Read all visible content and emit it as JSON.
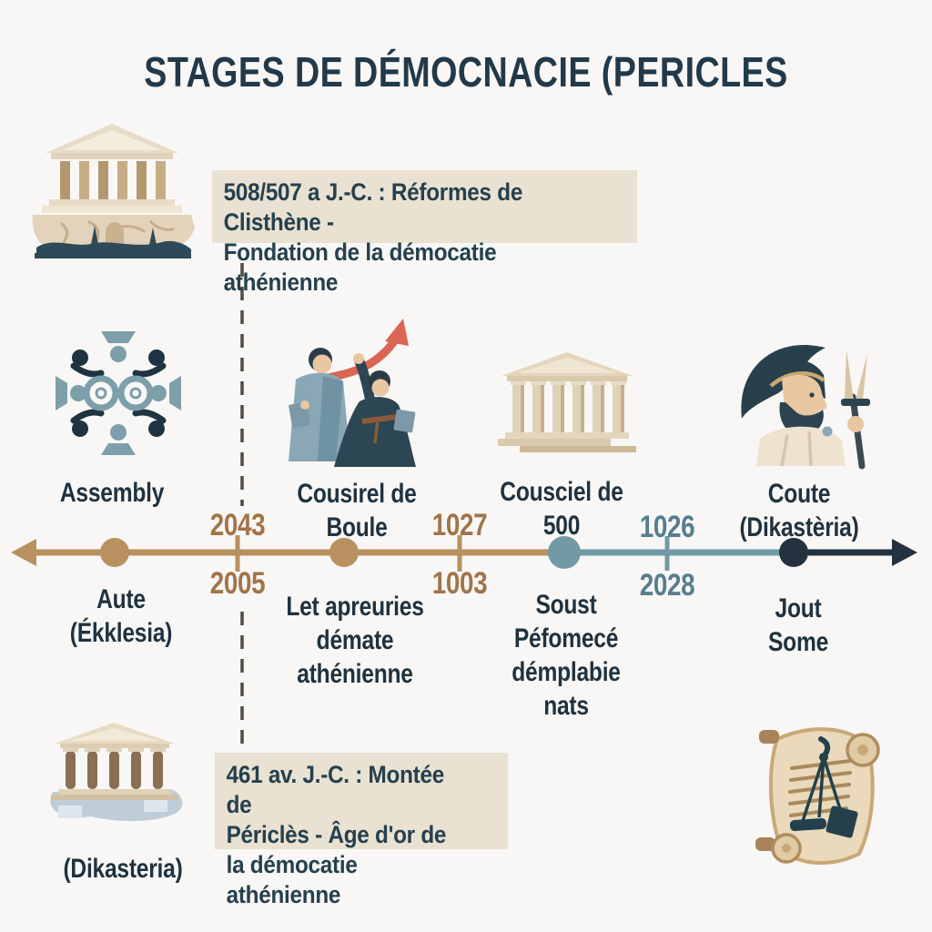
{
  "title": "STAGES DE DÉMOCNACIE (PERICLES",
  "top_box": {
    "lines": [
      "508/507 a J.-C. : Réformes de Clisthène -",
      "Fondation de la démocatie athénienne"
    ]
  },
  "bottom_box": {
    "lines": [
      "461 av. J.-C. : Montée de",
      "Périclès - Âge d'or de",
      "la démocatie athénienne"
    ]
  },
  "icon_labels": {
    "assembly": "Assembly",
    "council": {
      "lines": [
        "Cousirel de",
        "Boule"
      ]
    },
    "temple": {
      "lines": [
        "Cousciel de",
        "500"
      ]
    },
    "pericles": {
      "lines": [
        "Coute",
        "(Dikastèria)"
      ]
    }
  },
  "timeline": {
    "markers": [
      {
        "above": "2043",
        "below": "2005"
      },
      {
        "above": "1027",
        "below": "1003"
      },
      {
        "above": "1026",
        "below": "2028"
      }
    ],
    "captions": [
      {
        "lines": [
          "Aute",
          "(Ékklesia)"
        ]
      },
      {
        "lines": [
          "Let apreuries",
          "démate athénienne"
        ]
      },
      {
        "lines": [
          "Soust",
          "Péfomecé",
          "démplabie",
          "nats"
        ]
      },
      {
        "lines": [
          "Jout",
          "Some"
        ]
      }
    ]
  },
  "bottom_left_caption": "(Dikasteria)",
  "icons": {
    "acropolis-illustration": "temple on rocky hill",
    "assembly-circle-icon": "people seated in circle",
    "council-figures-illustration": "two robed figures with rising arrow",
    "temple-500-illustration": "six-column temple",
    "pericles-bust-illustration": "helmeted bearded man with fork",
    "dikasteria-temple-illustration": "five-column temple on stone base",
    "law-scroll-illustration": "parchment scroll with scales"
  },
  "colors": {
    "background": "#f8f7f5",
    "title_text": "#22394a",
    "label_text": "#1f3240",
    "box_background": "#e9e1d1",
    "timeline_brown": "#b9905f",
    "timeline_blue": "#7199a6",
    "timeline_navy": "#243240",
    "year_brown": "#a2744a",
    "year_blue": "#567e8d",
    "arrow_red": "#d96552",
    "dashed_line": "#4f4c45"
  }
}
